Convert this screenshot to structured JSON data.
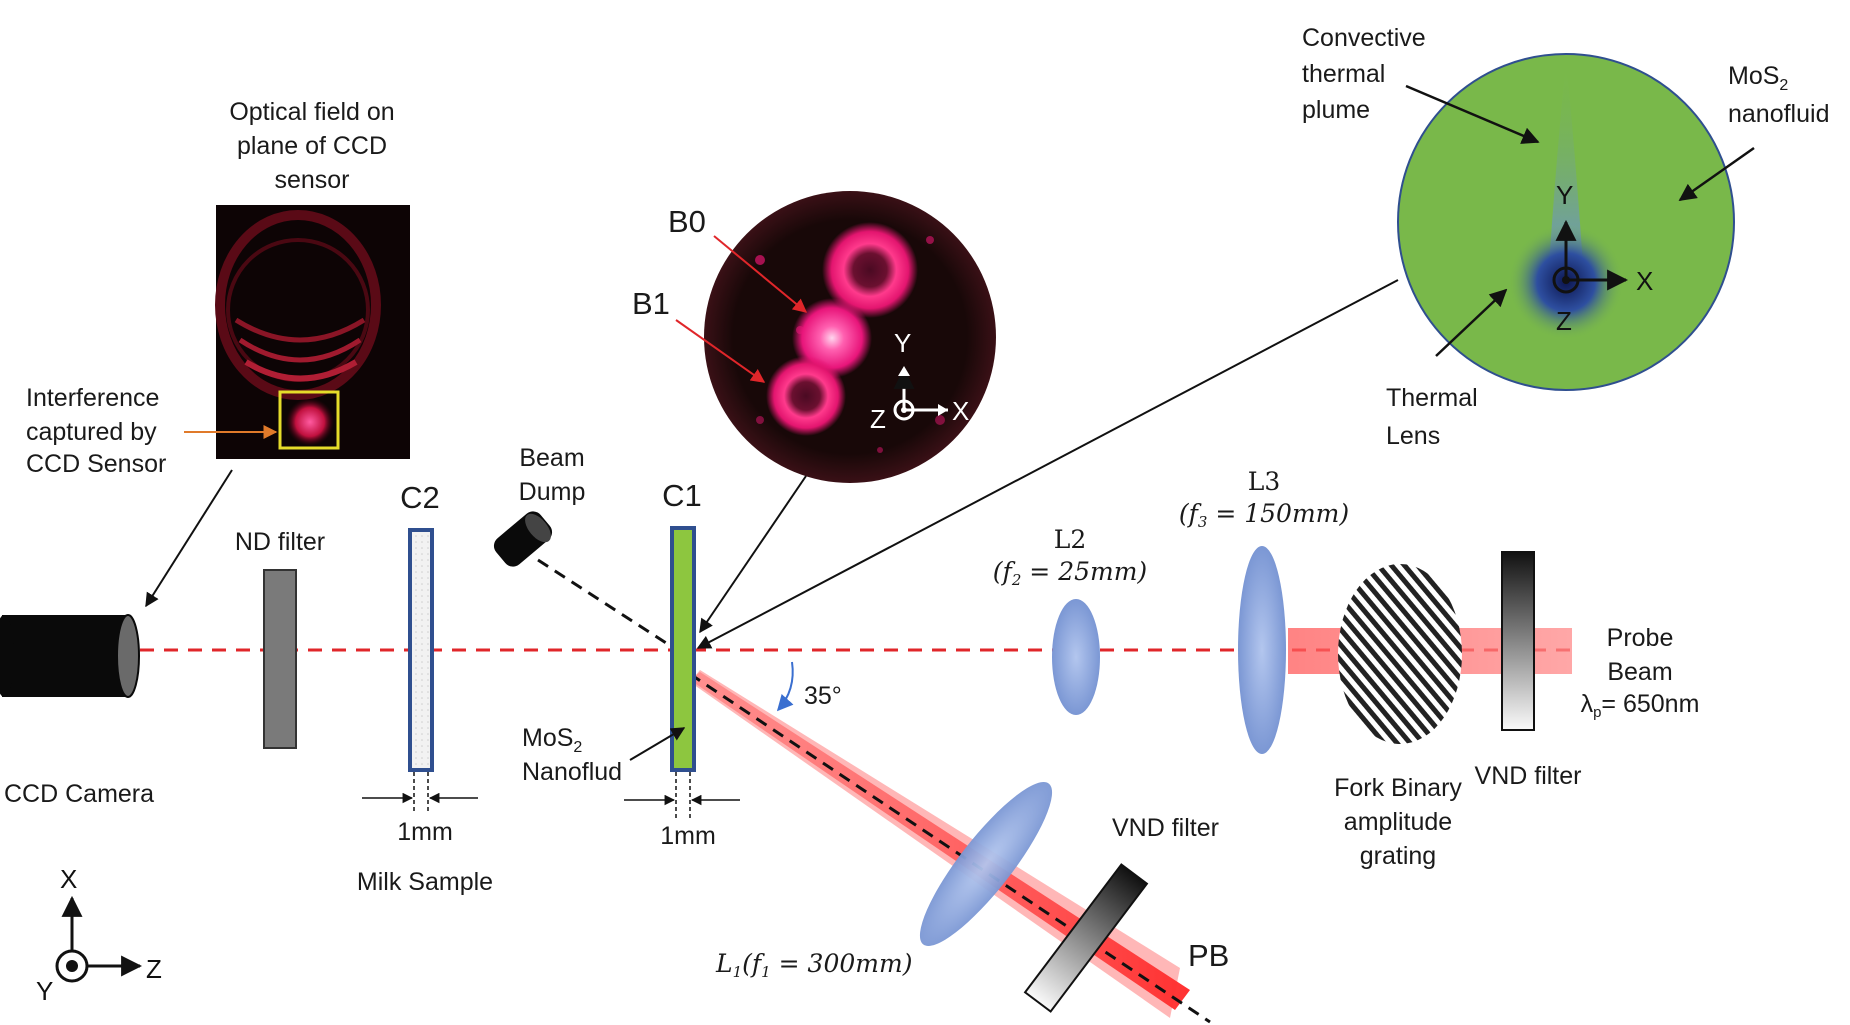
{
  "ccd_inset": {
    "title": [
      "Optical field on",
      "plane of CCD",
      "sensor"
    ],
    "callout": [
      "Interference",
      "captured by",
      "CCD Sensor"
    ]
  },
  "components": {
    "ccd_camera": "CCD Camera",
    "nd_filter": "ND filter",
    "c2": "C2",
    "c1": "C1",
    "beam_dump": [
      "Beam",
      "Dump"
    ],
    "milk_sample": "Milk Sample",
    "mos2_nanofluid_cell": [
      "MoS",
      "2",
      "Nanoflud"
    ],
    "gap_c2": "1mm",
    "gap_c1": "1mm",
    "angle": "35°",
    "l1": "L",
    "l1_sub": "1",
    "l1_eq": "(f",
    "l1_eq_sub": "1",
    "l1_val": " = 300mm)",
    "l2": "L2",
    "l2_eq": "(f",
    "l2_eq_sub": "2",
    "l2_val": " = 25mm)",
    "l3": "L3",
    "l3_eq": "(f",
    "l3_eq_sub": "3",
    "l3_val": " = 150mm)",
    "grating": [
      "Fork Binary",
      "amplitude",
      "grating"
    ],
    "vnd_filter_1": "VND filter",
    "vnd_filter_2": "VND filter",
    "probe_beam": [
      "Probe",
      "Beam"
    ],
    "wavelength": "λ",
    "wavelength_sub": "p",
    "wavelength_val": "= 650nm",
    "pb": "PB"
  },
  "beam_inset": {
    "b0": "B0",
    "b1": "B1",
    "axes": {
      "y": "Y",
      "x": "X",
      "z": "Z"
    }
  },
  "lens_inset": {
    "plume": [
      "Convective",
      "thermal",
      "plume"
    ],
    "mos2": "MoS",
    "mos2_sub": "2",
    "nanofluid": "nanofluid",
    "thermal_lens": [
      "Thermal",
      "Lens"
    ],
    "axes": {
      "y": "Y",
      "x": "X",
      "z": "Z"
    }
  },
  "frame_axes": {
    "x": "X",
    "z": "Z",
    "y": "Y"
  },
  "colors": {
    "beam_red": "#e0262a",
    "cell_border": "#2f4f8f",
    "nanofluid_green": "#8dc63f",
    "lens_blue": "#8fa9dd",
    "disk_green": "#79b84a"
  }
}
